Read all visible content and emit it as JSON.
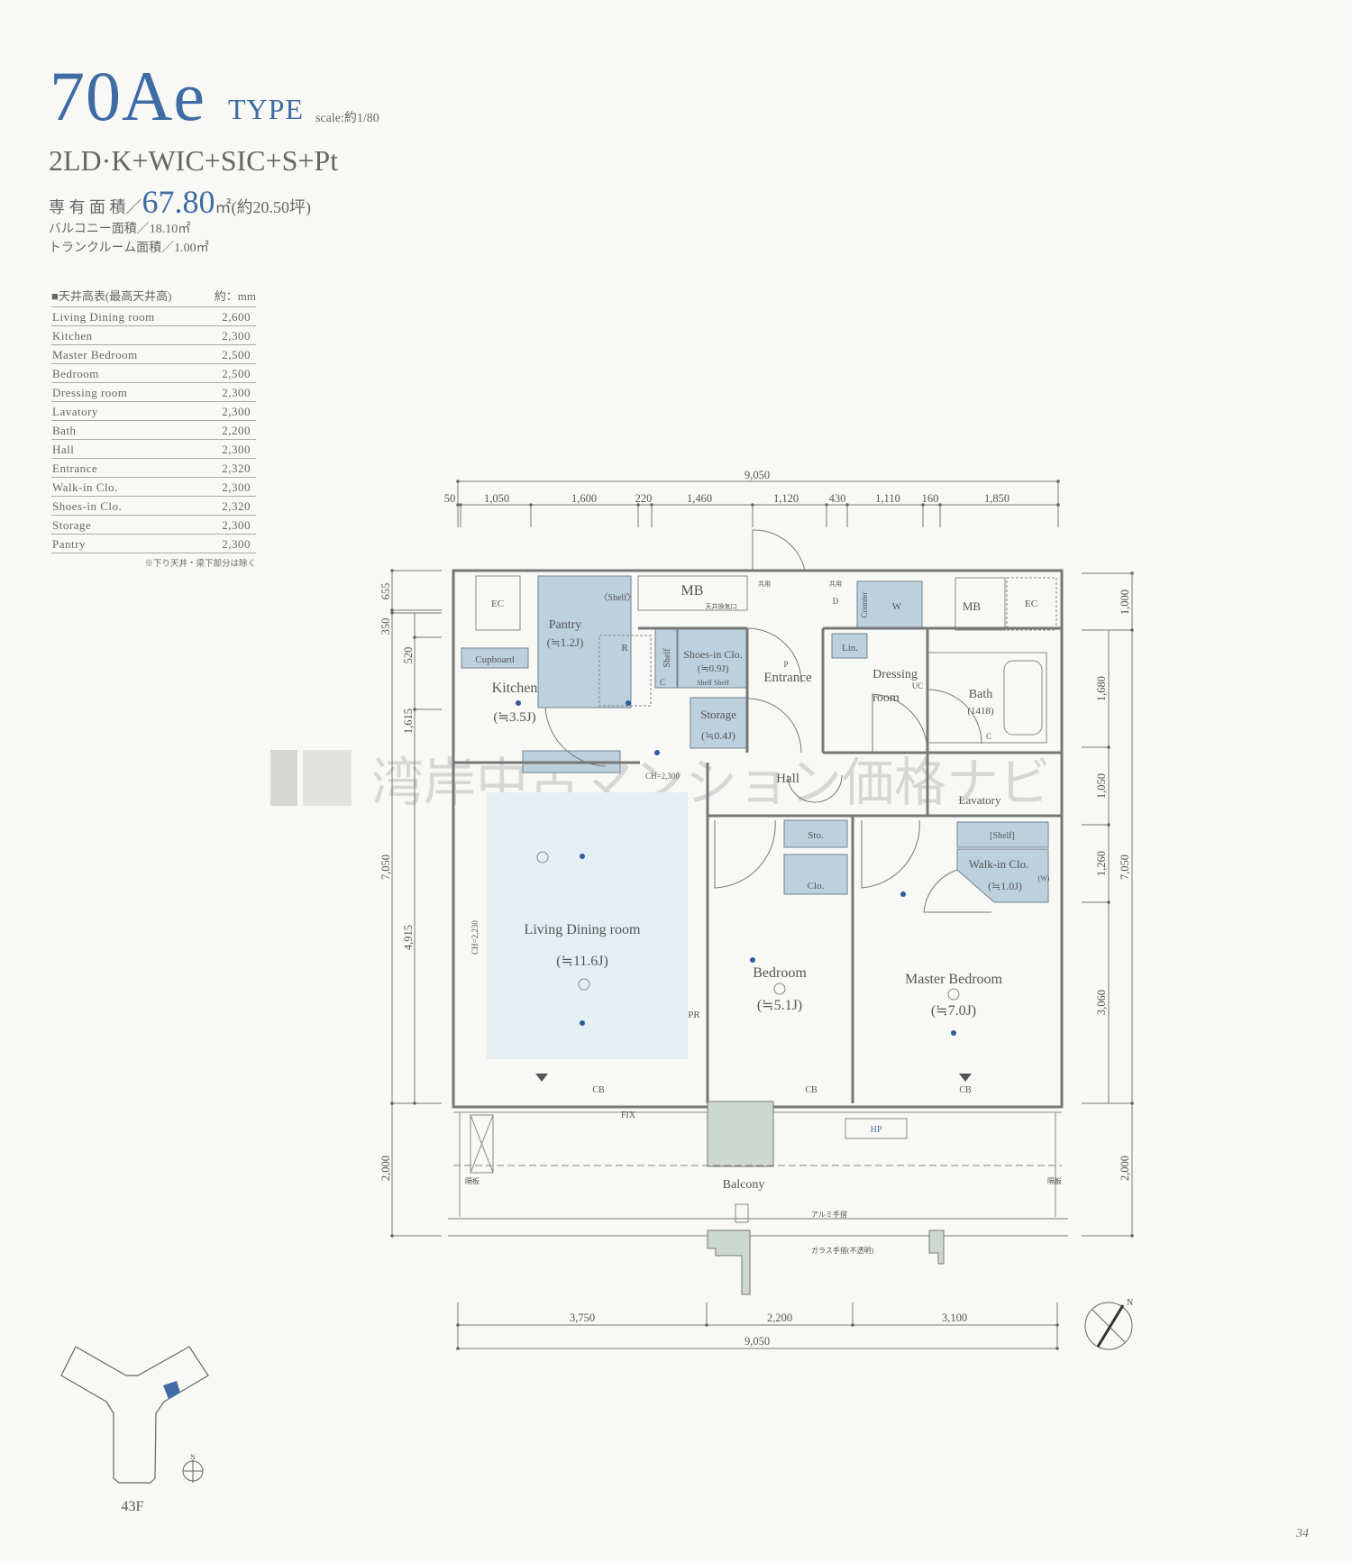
{
  "header": {
    "plan_number": "70Ae",
    "type_label": "TYPE",
    "scale": "scale:約1/80",
    "layout": "2LD·K+WIC+SIC+S+Pt",
    "area_label": "専 有 面 積／",
    "area_value": "67.80",
    "area_unit": "㎡(約20.50坪)",
    "balcony_area": "バルコニー面積／18.10㎡",
    "trunk_room_area": "トランクルーム面積／1.00㎡"
  },
  "ceiling_table": {
    "title": "■天井高表(最高天井高)",
    "unit": "約：mm",
    "rows": [
      {
        "room": "Living Dining room",
        "height": "2,600"
      },
      {
        "room": "Kitchen",
        "height": "2,300"
      },
      {
        "room": "Master Bedroom",
        "height": "2,500"
      },
      {
        "room": "Bedroom",
        "height": "2,500"
      },
      {
        "room": "Dressing room",
        "height": "2,300"
      },
      {
        "room": "Lavatory",
        "height": "2,300"
      },
      {
        "room": "Bath",
        "height": "2,200"
      },
      {
        "room": "Hall",
        "height": "2,300"
      },
      {
        "room": "Entrance",
        "height": "2,320"
      },
      {
        "room": "Walk-in Clo.",
        "height": "2,300"
      },
      {
        "room": "Shoes-in Clo.",
        "height": "2,320"
      },
      {
        "room": "Storage",
        "height": "2,300"
      },
      {
        "room": "Pantry",
        "height": "2,300"
      }
    ],
    "note": "※下り天井・梁下部分は除く"
  },
  "floorplan": {
    "rooms": {
      "ec_left": "EC",
      "ec_right": "EC",
      "mb_left": "MB",
      "mb_right": "MB",
      "pantry": "Pantry",
      "pantry_size": "(≒1.2J)",
      "shelf_pantry": "〈Shelf〉",
      "cupboard": "Cupboard",
      "kitchen": "Kitchen",
      "kitchen_size": "(≒3.5J)",
      "r": "R",
      "shelf": "Shelf",
      "shoes": "Shoes-in Clo.",
      "shoes_size": "(≒0.9J)",
      "shelf_shelf": "Shelf Shelf",
      "storage": "Storage",
      "storage_size": "(≒0.4J)",
      "entrance": "Entrance",
      "counter": "Counter",
      "w": "W",
      "lin": "Lin.",
      "dressing": "Dressing",
      "dressing2": "room",
      "uc": "UC",
      "bath": "Bath",
      "bath_size": "(1418)",
      "hall": "Hall",
      "lavatory": "Lavatory",
      "ld": "Living Dining room",
      "ld_size": "(≒11.6J)",
      "pr": "PR",
      "sto": "Sto.",
      "clo": "Clo.",
      "bedroom": "Bedroom",
      "bedroom_size": "(≒5.1J)",
      "wic_shelf": "[Shelf]",
      "wic": "Walk-in Clo.",
      "wic_size": "(≒1.0J)",
      "wic_w": "(W)",
      "master": "Master Bedroom",
      "master_size": "(≒7.0J)",
      "cb": "CB",
      "fix": "FIX",
      "hp": "HP",
      "balcony": "Balcony",
      "ch_kitchen": "CH=2,300",
      "ch_ld": "CH=2,230",
      "kyoyo": "共用",
      "vent": "天井換気口",
      "c": "C",
      "d": "D",
      "p": "P",
      "partition": "隔板",
      "rail_alu": "アルミ手摺",
      "rail_glass": "ガラス手摺(不透明)"
    },
    "dims_top": {
      "total": "9,050",
      "segments": [
        "50",
        "1,050",
        "1,600",
        "220",
        "1,460",
        "1,120",
        "430",
        "1,110",
        "160",
        "1,850"
      ]
    },
    "dims_left": {
      "outer": [
        "655",
        "350",
        "7,050",
        "2,000"
      ],
      "inner": [
        "520",
        "1,615",
        "4,915"
      ]
    },
    "dims_right": {
      "outer": [
        "1,000",
        "7,050",
        "2,000"
      ],
      "inner": [
        "1,680",
        "1,050",
        "1,260",
        "3,060"
      ]
    },
    "dims_bottom": {
      "segments": [
        "3,750",
        "2,200",
        "3,100"
      ],
      "total": "9,050"
    },
    "compass": "N"
  },
  "keyplan": {
    "floor": "43F",
    "north": "N",
    "highlight_color": "#3f6ca5"
  },
  "watermark": "湾岸中古マンション価格ナビ",
  "page_number": "34",
  "colors": {
    "accent": "#3f6ca5",
    "room_fill": "#bcd0de",
    "ld_fill": "#e3eff3"
  }
}
